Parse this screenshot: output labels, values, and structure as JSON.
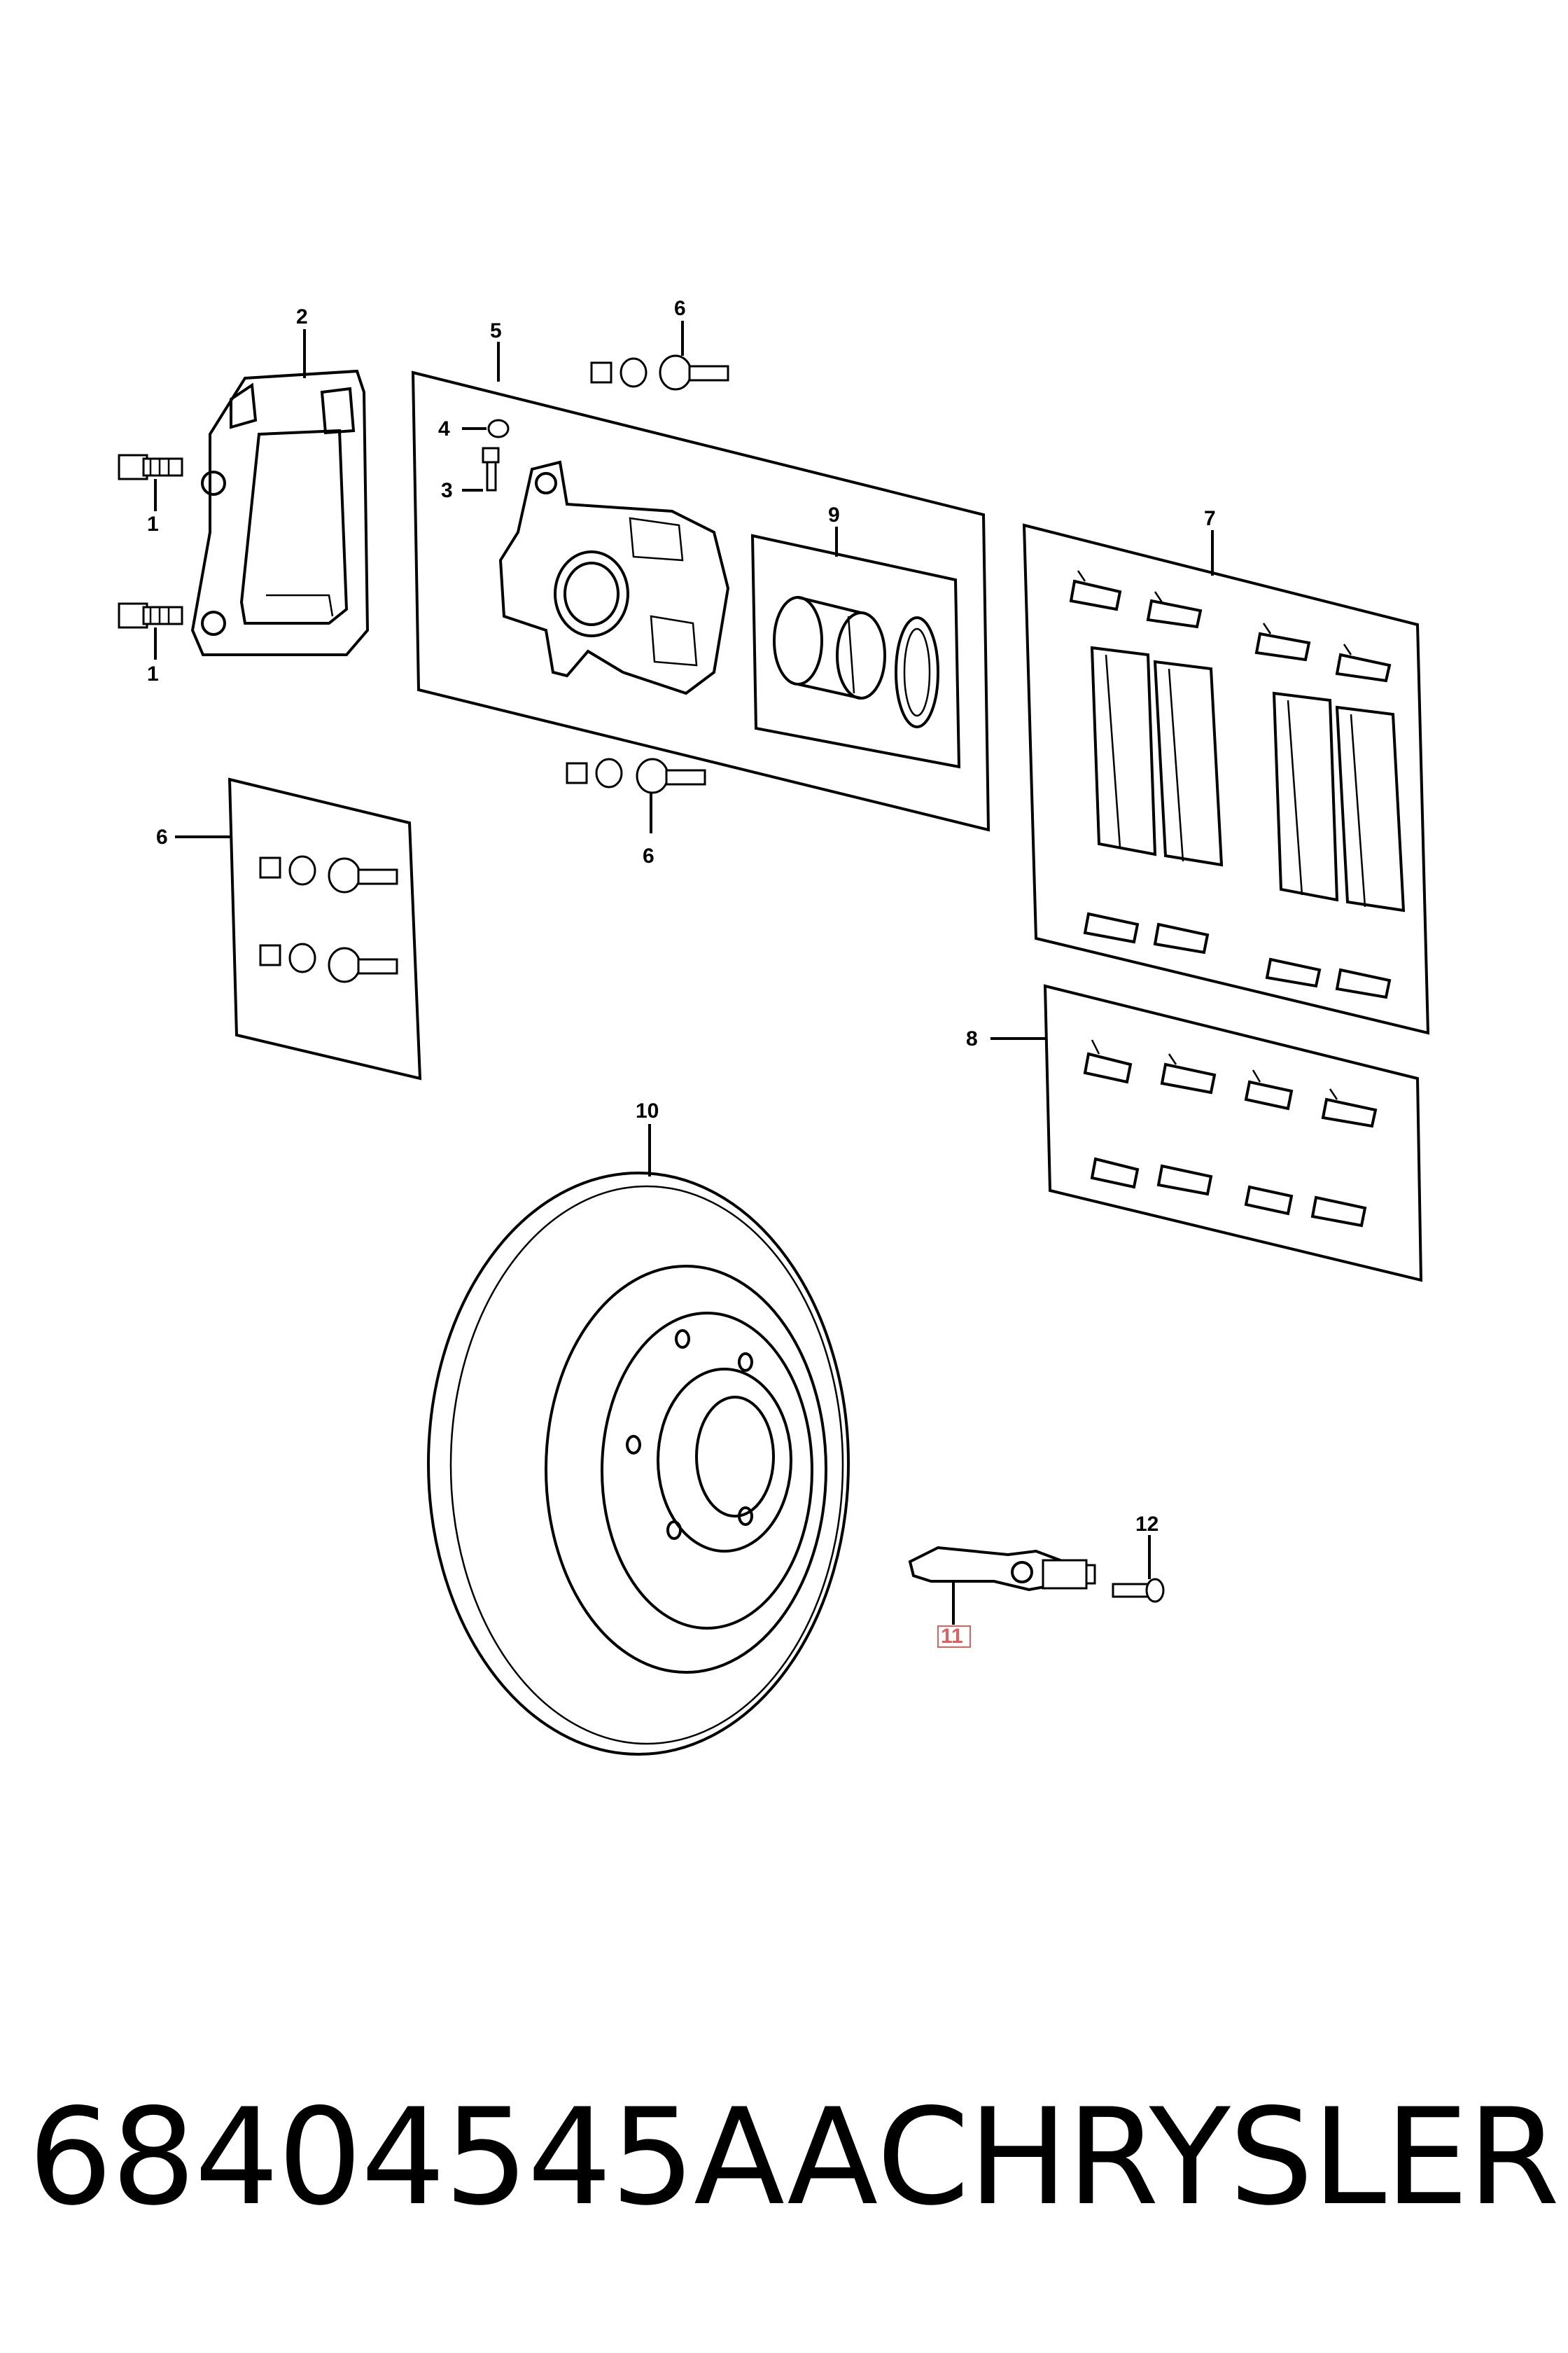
{
  "callouts": {
    "c1a": "1",
    "c1b": "1",
    "c2": "2",
    "c3": "3",
    "c4": "4",
    "c5": "5",
    "c6a": "6",
    "c6b": "6",
    "c6c": "6",
    "c7": "7",
    "c8": "8",
    "c9": "9",
    "c10": "10",
    "c11": "11",
    "c12": "12"
  },
  "caption": {
    "part_number": "68404545AA",
    "brand": "CHRYSLER"
  },
  "colors": {
    "ink": "#000000",
    "highlight": "#e06060"
  }
}
